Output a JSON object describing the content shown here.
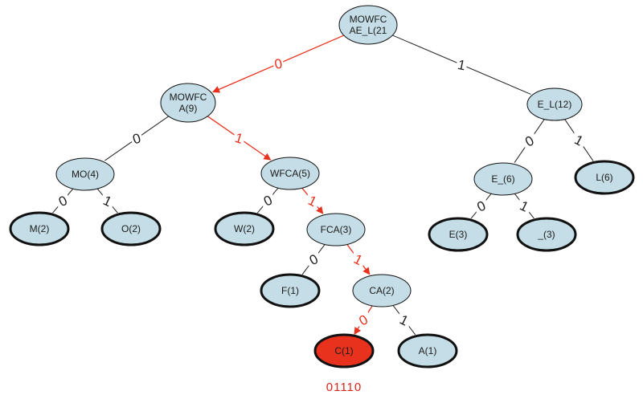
{
  "colors": {
    "node_fill": "#c5dde6",
    "highlight_fill": "#e8321e",
    "edge": "#222222",
    "path": "#e8321e",
    "code_text": "#d9261c"
  },
  "nodes": [
    {
      "id": "root",
      "lines": [
        "MOWFC",
        "AE_L(21"
      ],
      "leaf": false,
      "highlight": false
    },
    {
      "id": "mowfca",
      "lines": [
        "MOWFC",
        "A(9)"
      ],
      "leaf": false,
      "highlight": false
    },
    {
      "id": "el",
      "lines": [
        "E_L(12)"
      ],
      "leaf": false,
      "highlight": false
    },
    {
      "id": "mo",
      "lines": [
        "MO(4)"
      ],
      "leaf": false,
      "highlight": false
    },
    {
      "id": "wfca",
      "lines": [
        "WFCA(5)"
      ],
      "leaf": false,
      "highlight": false
    },
    {
      "id": "e_",
      "lines": [
        "E_(6)"
      ],
      "leaf": false,
      "highlight": false
    },
    {
      "id": "l",
      "lines": [
        "L(6)"
      ],
      "leaf": true,
      "highlight": false
    },
    {
      "id": "m",
      "lines": [
        "M(2)"
      ],
      "leaf": true,
      "highlight": false
    },
    {
      "id": "o",
      "lines": [
        "O(2)"
      ],
      "leaf": true,
      "highlight": false
    },
    {
      "id": "w",
      "lines": [
        "W(2)"
      ],
      "leaf": true,
      "highlight": false
    },
    {
      "id": "fca",
      "lines": [
        "FCA(3)"
      ],
      "leaf": false,
      "highlight": false
    },
    {
      "id": "e",
      "lines": [
        "E(3)"
      ],
      "leaf": true,
      "highlight": false
    },
    {
      "id": "us",
      "lines": [
        "_(3)"
      ],
      "leaf": true,
      "highlight": false
    },
    {
      "id": "f",
      "lines": [
        "F(1)"
      ],
      "leaf": true,
      "highlight": false
    },
    {
      "id": "ca",
      "lines": [
        "CA(2)"
      ],
      "leaf": false,
      "highlight": false
    },
    {
      "id": "c",
      "lines": [
        "C(1)"
      ],
      "leaf": true,
      "highlight": true
    },
    {
      "id": "a",
      "lines": [
        "A(1)"
      ],
      "leaf": true,
      "highlight": false
    }
  ],
  "edges": [
    {
      "from": "root",
      "to": "mowfca",
      "label": "0",
      "path": true
    },
    {
      "from": "root",
      "to": "el",
      "label": "1",
      "path": false
    },
    {
      "from": "mowfca",
      "to": "mo",
      "label": "0",
      "path": false
    },
    {
      "from": "mowfca",
      "to": "wfca",
      "label": "1",
      "path": true
    },
    {
      "from": "el",
      "to": "e_",
      "label": "0",
      "path": false
    },
    {
      "from": "el",
      "to": "l",
      "label": "1",
      "path": false
    },
    {
      "from": "mo",
      "to": "m",
      "label": "0",
      "path": false
    },
    {
      "from": "mo",
      "to": "o",
      "label": "1",
      "path": false
    },
    {
      "from": "wfca",
      "to": "w",
      "label": "0",
      "path": false
    },
    {
      "from": "wfca",
      "to": "fca",
      "label": "1",
      "path": true
    },
    {
      "from": "e_",
      "to": "e",
      "label": "0",
      "path": false
    },
    {
      "from": "e_",
      "to": "us",
      "label": "1",
      "path": false
    },
    {
      "from": "fca",
      "to": "f",
      "label": "0",
      "path": false
    },
    {
      "from": "fca",
      "to": "ca",
      "label": "1",
      "path": true
    },
    {
      "from": "ca",
      "to": "c",
      "label": "0",
      "path": true
    },
    {
      "from": "ca",
      "to": "a",
      "label": "1",
      "path": false
    }
  ],
  "code": "01110"
}
